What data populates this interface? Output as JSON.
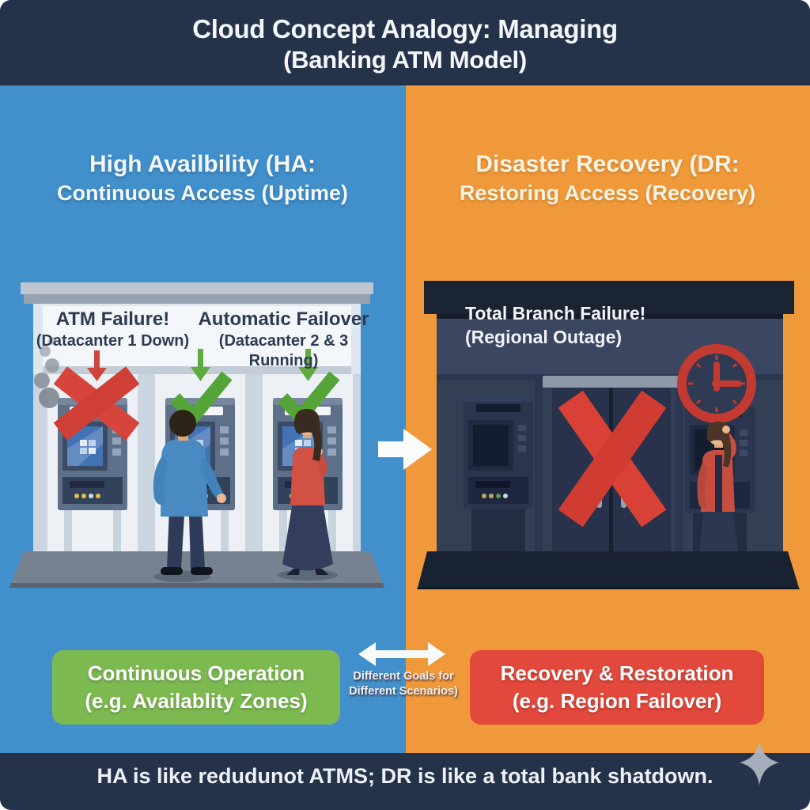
{
  "title": {
    "line1": "Cloud Concept Analogy: Managing",
    "line2": "(Banking ATM Model)"
  },
  "left_panel": {
    "heading": {
      "line1": "High Availbility (HA:",
      "line2": "Continuous Access (Uptime)"
    },
    "atm_scene": {
      "failure_label": {
        "line1": "ATM Failure!",
        "line2": "(Datacanter 1 Down)"
      },
      "failover_label": {
        "line1": "Automatic Failover",
        "line2": "(Datacanter 2 & 3 Running)"
      }
    },
    "summary_box": {
      "line1": "Continuous Operation",
      "line2": "(e.g. Availablity Zones)"
    }
  },
  "right_panel": {
    "heading": {
      "line1": "Disaster Recovery (DR:",
      "line2": "Restoring Access (Recovery)"
    },
    "branch_scene": {
      "failure_label": {
        "line1": "Total Branch Failure!",
        "line2": "(Regional Outage)"
      }
    },
    "summary_box": {
      "line1": "Recovery & Restoration",
      "line2": "(e.g. Region Failover)"
    }
  },
  "center_note": {
    "line1": "Different Goals for",
    "line2": "Different Scenarios)"
  },
  "footer": {
    "text": "HA is like redudunot ATMS; DR is like a total bank shatdown."
  },
  "colors": {
    "header_navy": "#24334a",
    "left_blue": "#418fcb",
    "right_orange": "#f0993b",
    "green_box": "#7db951",
    "red_box": "#e2483b",
    "alert_red": "#d6453c",
    "success_green": "#55a437",
    "clock_red": "#c23a31"
  },
  "icons": {
    "failure": "red-x-icon",
    "success": "green-check-icon",
    "outage_marker": "down-arrow-icon",
    "smoke": "smoke-icon",
    "transfer": "right-arrow-icon",
    "comparison": "double-arrow-icon",
    "delay": "clock-icon",
    "decoration": "sparkle-icon"
  }
}
